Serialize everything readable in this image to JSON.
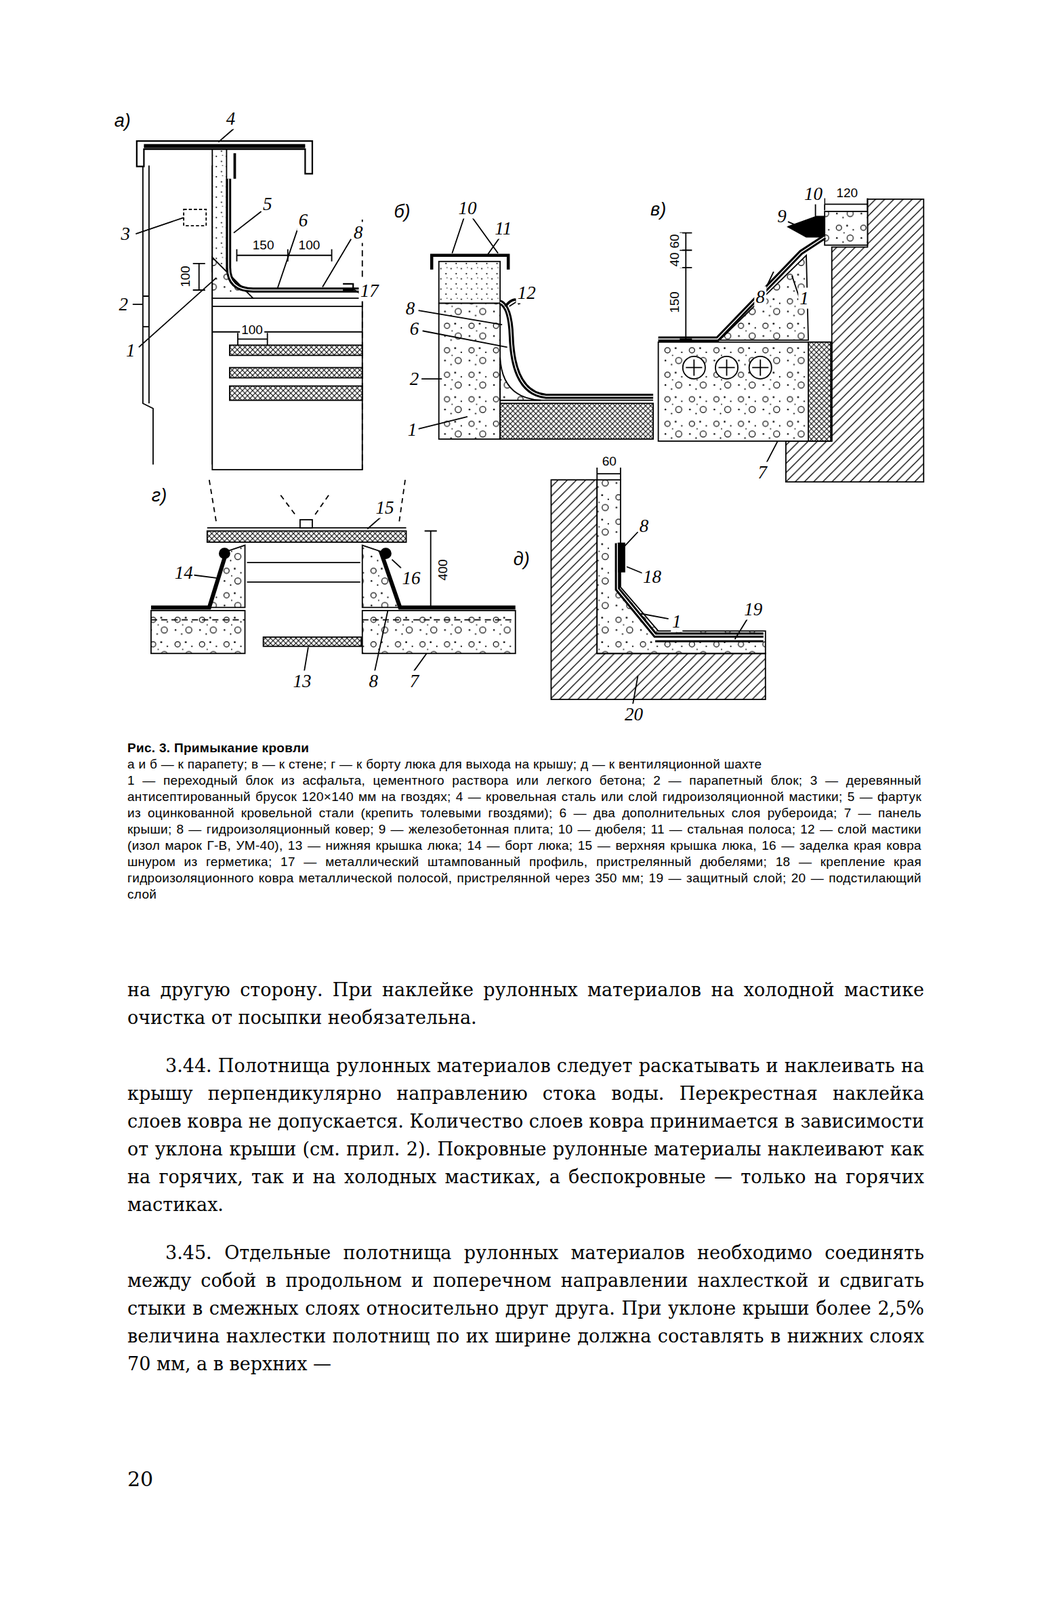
{
  "diagram": {
    "caption": "Рис. 3. Примыкание кровли",
    "labels": [
      "а)",
      "4",
      "3",
      "5",
      "6",
      "8",
      "150",
      "100",
      "100",
      "2",
      "17",
      "100",
      "1",
      "б)",
      "10",
      "11",
      "12",
      "8",
      "6",
      "2",
      "1",
      "в)",
      "9",
      "10",
      "120",
      "60",
      "40",
      "150",
      "8",
      "1",
      "7",
      "г)",
      "15",
      "14",
      "16",
      "400",
      "13",
      "8",
      "7",
      "д)",
      "60",
      "8",
      "18",
      "1",
      "19",
      "20",
      "а и б — к парапету; в — к стене; г — к борту люка для выхода на крышу; д — к вентиляционной шахте",
      "1 — переходный блок из асфальта, цементного раствора или легкого бетона; 2 — парапетный блок; 3 — деревянный антисептированный брусок 120×140 мм на гвоздях; 4 — кровельная сталь или слой гидроизоляционной мастики; 5 — фартук из оцинкованной кровельной стали (крепить толевыми гвоздями); 6 — два дополнительных слоя рубероида; 7 — панель крыши; 8 — гидроизоляционный ковер; 9 — железобетонная плита; 10 — дюбеля; 11 — стальная полоса; 12 — слой мастики (изол марок Г-В, УМ-40), 13 — нижняя крышка люка; 14 — борт люка; 15 — верхняя крышка люка, 16 — заделка края ковра шнуром из герметика; 17 — металлический штампованный профиль, пристрелянный дюбелями; 18 — крепление края гидроизоляционного ковра металлической полосой, пристрелянной через 350 мм; 19 — защитный слой; 20 — подстилающий слой",
      "на другую сторону. При наклейке рулонных материалов на холодной мастике очистка от посыпки необязательна.",
      "3.44. Полотнища рулонных материалов следует раскатывать и наклеивать на крышу перпендикулярно направлению стока воды. Перекрестная наклейка слоев ковра не допускается. Количество слоев ковра принимается в зависимости от уклона крыши (см. прил. 2). Покровные рулонные материалы наклеивают как на горячих, так и на холодных мастиках, а беспокровные — только на горячих мастиках.",
      "3.45. Отдельные полотнища рулонных материалов необходимо соединять между собой в продольном и поперечном направлении нахлесткой и сдвигать стыки в смежных слоях относительно друг друга. При уклоне крыши более 2,5% величина нахлестки полотнищ по их ширине должна составлять в нижних слоях 70 мм, а в верхних —",
      "20"
    ]
  }
}
